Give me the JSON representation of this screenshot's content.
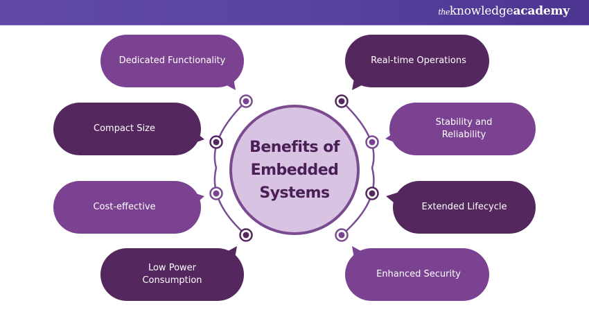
{
  "header": {
    "logo_the": "the",
    "logo_knowledge": "knowledge",
    "logo_academy": "academy"
  },
  "colors": {
    "header_bg": "#5a44a2",
    "medium_purple": "#7a4290",
    "dark_purple": "#55275f",
    "center_fill": "#d8c3e2",
    "center_border": "#7a4b91",
    "title_color": "#4a1f55"
  },
  "center": {
    "title_line1": "Benefits of",
    "title_line2": "Embedded",
    "title_line3": "Systems"
  },
  "benefits": [
    {
      "id": "dedicated-functionality",
      "line1": "Dedicated Functionality",
      "line2": "",
      "tone": "medium",
      "side": "left"
    },
    {
      "id": "compact-size",
      "line1": "Compact Size",
      "line2": "",
      "tone": "dark",
      "side": "left"
    },
    {
      "id": "cost-effective",
      "line1": "Cost-effective",
      "line2": "",
      "tone": "medium",
      "side": "left"
    },
    {
      "id": "low-power-consumption",
      "line1": "Low Power",
      "line2": "Consumption",
      "tone": "dark",
      "side": "left"
    },
    {
      "id": "real-time-operations",
      "line1": "Real-time Operations",
      "line2": "",
      "tone": "dark",
      "side": "right"
    },
    {
      "id": "stability-and-reliability",
      "line1": "Stability and",
      "line2": "Reliability",
      "tone": "medium",
      "side": "right"
    },
    {
      "id": "extended-lifecycle",
      "line1": "Extended Lifecycle",
      "line2": "",
      "tone": "dark",
      "side": "right"
    },
    {
      "id": "enhanced-security",
      "line1": "Enhanced Security",
      "line2": "",
      "tone": "medium",
      "side": "right"
    }
  ]
}
